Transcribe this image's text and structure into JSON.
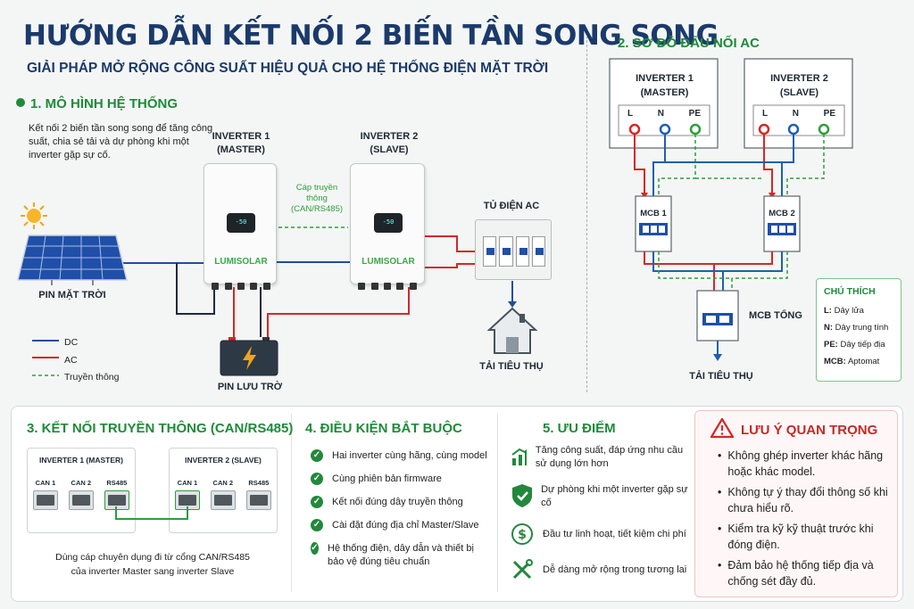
{
  "title": "HƯỚNG DẪN KẾT NỐI 2 BIẾN TẦN SONG SONG",
  "subtitle": "GIẢI PHÁP MỞ RỘNG CÔNG SUẤT HIỆU QUẢ CHO HỆ THỐNG ĐIỆN MẶT TRỜI",
  "section1": {
    "heading": "1. MÔ HÌNH HỆ THỐNG",
    "description": "Kết nối 2 biến tần song song để tăng công suất, chia sẻ tải và dự phòng khi một inverter gặp sự cố.",
    "inverter1_label_line1": "INVERTER 1",
    "inverter1_label_line2": "(MASTER)",
    "inverter2_label_line1": "INVERTER 2",
    "inverter2_label_line2": "(SLAVE)",
    "brand": "LUMISOLAR",
    "screen_text": "-50",
    "comm_cable_line1": "Cáp truyền",
    "comm_cable_line2": "thông",
    "comm_cable_line3": "(CAN/RS485)",
    "pv_label": "PIN MẶT TRỜI",
    "battery_label": "PIN LƯU TRỜ",
    "ac_cabinet_label": "TỦ ĐIỆN AC",
    "load_label": "TẢI TIÊU THỤ",
    "legend": [
      {
        "label": "DC",
        "color": "#1f4e9c",
        "style": "solid"
      },
      {
        "label": "AC",
        "color": "#d62728",
        "style": "solid"
      },
      {
        "label": "Truyền thông",
        "color": "#2e9d3a",
        "style": "dashed"
      }
    ]
  },
  "section2": {
    "heading": "2. SƠ ĐỒ ĐẤU NỐI AC",
    "inverter1_line1": "INVERTER 1",
    "inverter1_line2": "(MASTER)",
    "inverter2_line1": "INVERTER 2",
    "inverter2_line2": "(SLAVE)",
    "terminals": [
      "L",
      "N",
      "PE"
    ],
    "mcb1": "MCB 1",
    "mcb2": "MCB 2",
    "mcb_total": "MCB TỔNG",
    "load_label": "TẢI TIÊU THỤ",
    "legend_title": "CHÚ THÍCH",
    "legend": [
      {
        "key": "L:",
        "value": "Dây lửa"
      },
      {
        "key": "N:",
        "value": "Dây trung tính"
      },
      {
        "key": "PE:",
        "value": "Dây tiếp địa"
      },
      {
        "key": "MCB:",
        "value": "Aptomat"
      }
    ]
  },
  "section3": {
    "heading": "3. KẾT NỐI TRUYỀN THÔNG (CAN/RS485)",
    "card1_title": "INVERTER 1 (MASTER)",
    "card2_title": "INVERTER 2 (SLAVE)",
    "ports": [
      "CAN 1",
      "CAN 2",
      "RS485"
    ],
    "caption_line1": "Dùng cáp chuyên dụng đi từ cổng CAN/RS485",
    "caption_line2": "của inverter Master sang inverter Slave"
  },
  "section4": {
    "heading": "4. ĐIỀU KIỆN BẮT BUỘC",
    "items": [
      "Hai inverter cùng hãng, cùng model",
      "Cùng phiên bản firmware",
      "Kết nối đúng dây truyền thông",
      "Cài đặt đúng địa chỉ Master/Slave",
      "Hệ thống điện, dây dẫn và thiết bị bảo vệ đúng tiêu chuẩn"
    ]
  },
  "section5": {
    "heading": "5. ƯU ĐIỂM",
    "items": [
      {
        "icon": "growth-chart-icon",
        "text": "Tăng công suất, đáp ứng nhu cầu sử dụng lớn hơn"
      },
      {
        "icon": "shield-check-icon",
        "text": "Dự phòng khi một inverter gặp sự cố"
      },
      {
        "icon": "dollar-icon",
        "text": "Đầu tư linh hoạt, tiết kiệm chi phí"
      },
      {
        "icon": "tools-icon",
        "text": "Dễ dàng mở rộng trong tương lai"
      }
    ]
  },
  "section6": {
    "heading": "LƯU Ý QUAN TRỌNG",
    "items": [
      "Không ghép inverter khác hãng hoặc khác model.",
      "Không tự ý thay đổi thông số khi chưa hiểu rõ.",
      "Kiểm tra kỹ kỹ thuật trước khi đóng điện.",
      "Đảm bảo hệ thống tiếp địa và chống sét đầy đủ."
    ]
  }
}
